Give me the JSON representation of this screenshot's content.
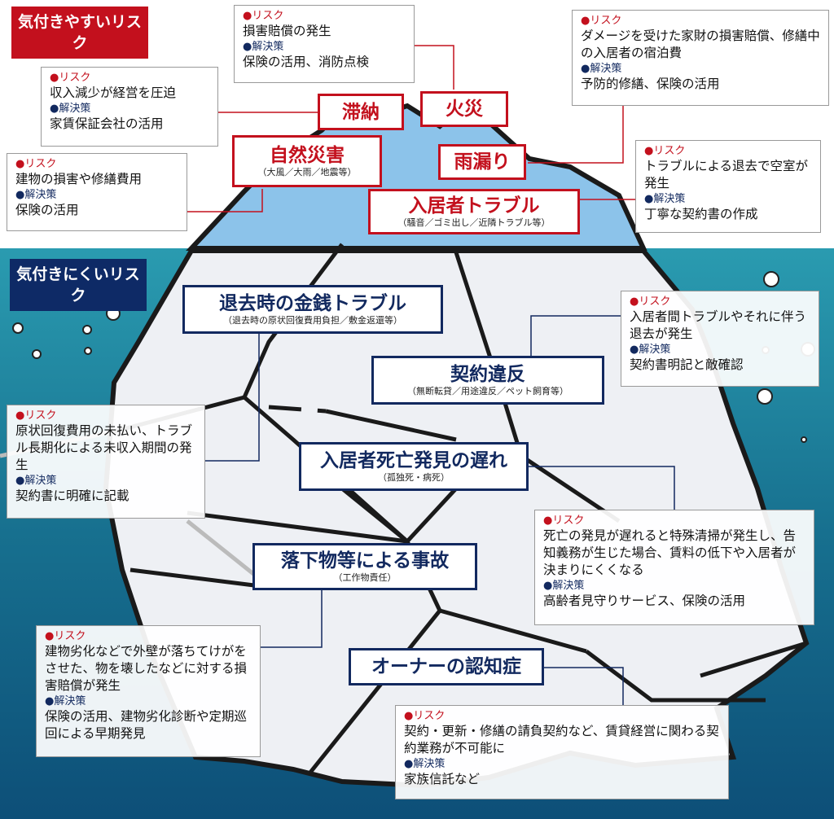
{
  "top_label": "気付きやすいリスク",
  "bottom_label": "気付きにくいリスク",
  "markers": {
    "risk": "リスク",
    "solution": "解決策"
  },
  "visible_risks": [
    {
      "title": "滞納",
      "risk": "収入減少が経営を圧迫",
      "solution": "家賃保証会社の活用"
    },
    {
      "title": "火災",
      "risk": "損害賠償の発生",
      "solution": "保険の活用、消防点検"
    },
    {
      "title": "自然災害",
      "subtitle": "（大風／大雨／地震等）",
      "risk": "建物の損害や修繕費用",
      "solution": "保険の活用"
    },
    {
      "title": "雨漏り",
      "risk": "ダメージを受けた家財の損害賠償、修繕中の入居者の宿泊費",
      "solution": "予防的修繕、保険の活用"
    },
    {
      "title": "入居者トラブル",
      "subtitle": "（騒音／ゴミ出し／近隣トラブル等）",
      "risk": "トラブルによる退去で空室が発生",
      "solution": "丁寧な契約書の作成"
    }
  ],
  "hidden_risks": [
    {
      "title": "退去時の金銭トラブル",
      "subtitle": "（退去時の原状回復費用負担／敷金返還等）",
      "risk": "原状回復費用の未払い、トラブル長期化による未収入期間の発生",
      "solution": "契約書に明確に記載"
    },
    {
      "title": "契約違反",
      "subtitle": "（無断転貸／用途違反／ペット飼育等）",
      "risk": "入居者間トラブルやそれに伴う退去が発生",
      "solution": "契約書明記と敵確認"
    },
    {
      "title": "入居者死亡発見の遅れ",
      "subtitle": "（孤独死・病死）",
      "risk": "死亡の発見が遅れると特殊清掃が発生し、告知義務が生じた場合、賃料の低下や入居者が決まりにくくなる",
      "solution": "高齢者見守りサービス、保険の活用"
    },
    {
      "title": "落下物等による事故",
      "subtitle": "（工作物責任）",
      "risk": "建物劣化などで外壁が落ちてけがをさせた、物を壊したなどに対する損害賠償が発生",
      "solution": "保険の活用、建物劣化診断や定期巡回による早期発見"
    },
    {
      "title": "オーナーの認知症",
      "risk": "契約・更新・修繕の請負契約など、賃貸経営に関わる契約業務が不可能に",
      "solution": "家族信託など"
    }
  ]
}
